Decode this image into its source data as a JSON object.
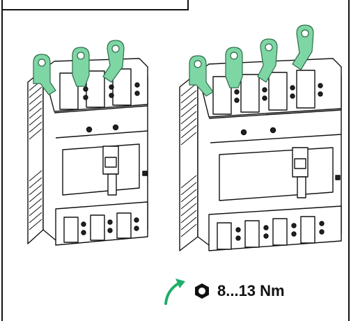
{
  "torque": {
    "value_label": "8...13 Nm",
    "arrow_color": "#1fae6b",
    "icon": "hex-nut-icon"
  },
  "breakers": [
    {
      "poles": 3
    },
    {
      "poles": 4
    }
  ],
  "colors": {
    "terminal_lug": "#7fd6a5",
    "terminal_lug_stroke": "#2d6b47",
    "outline": "#111111",
    "body": "#ffffff",
    "screw_fill": "#1a1a1a"
  }
}
